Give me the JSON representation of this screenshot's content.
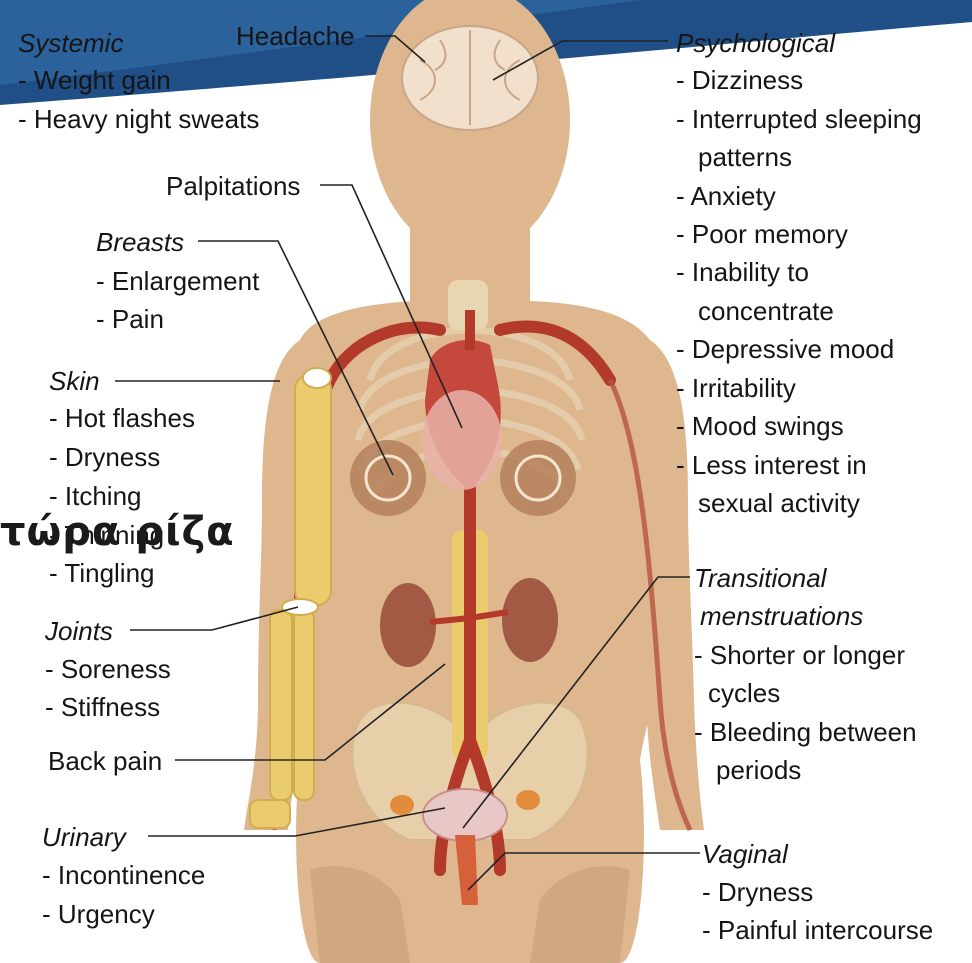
{
  "colors": {
    "banner": "#1f4f86",
    "banner_light": "#3f78b3",
    "skin": "#deb78f",
    "skin_shadow": "#c9a079",
    "artery": "#b33a2a",
    "bone": "#eacb6e",
    "kidney": "#a35a45",
    "heart": "#c5483c",
    "leader": "#222222"
  },
  "watermark": "τώρα ρίζα",
  "labels": {
    "systemic": {
      "title": "Systemic",
      "items": [
        "- Weight gain",
        "- Heavy night sweats"
      ]
    },
    "headache": "Headache",
    "psychological": {
      "title": "Psychological",
      "items": [
        "- Dizziness",
        "- Interrupted sleeping",
        "patterns",
        "- Anxiety",
        "- Poor memory",
        "- Inability to",
        "concentrate",
        "- Depressive mood",
        "- Irritability",
        "- Mood swings",
        "- Less interest in",
        "sexual activity"
      ]
    },
    "palpitations": "Palpitations",
    "breasts": {
      "title": "Breasts",
      "items": [
        "- Enlargement",
        "- Pain"
      ]
    },
    "skin": {
      "title": "Skin",
      "items": [
        "- Hot flashes",
        "- Dryness",
        "- Itching",
        "- Thinning",
        "- Tingling"
      ]
    },
    "joints": {
      "title": "Joints",
      "items": [
        "- Soreness",
        "- Stiffness"
      ]
    },
    "back_pain": "Back pain",
    "urinary": {
      "title": "Urinary",
      "items": [
        "- Incontinence",
        "- Urgency"
      ]
    },
    "transitional": {
      "title_lines": [
        "Transitional",
        "menstruations"
      ],
      "items": [
        "- Shorter or longer",
        "cycles",
        "- Bleeding between",
        "periods"
      ]
    },
    "vaginal": {
      "title": "Vaginal",
      "items": [
        "- Dryness",
        "- Painful intercourse"
      ]
    }
  }
}
